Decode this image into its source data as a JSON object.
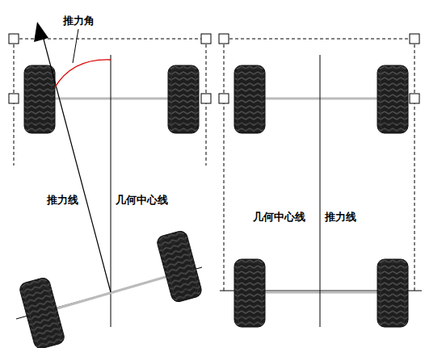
{
  "diagram": {
    "labels": [
      "推力角",
      "推力线",
      "几何中心线",
      "几何中心线",
      "推力线"
    ]
  }
}
